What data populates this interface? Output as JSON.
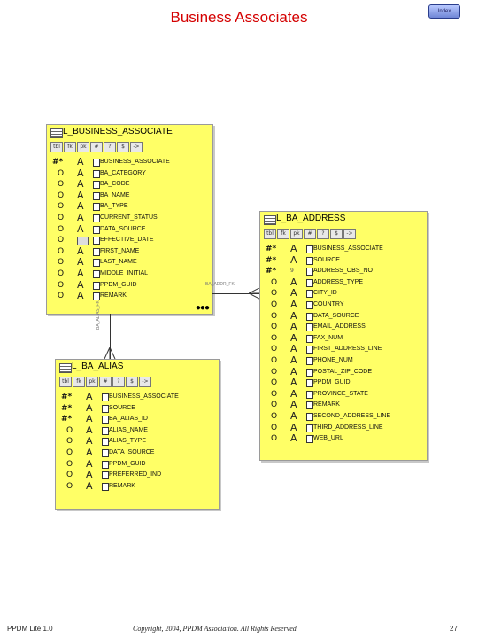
{
  "page": {
    "title": "Business Associates",
    "index_button": "Index"
  },
  "entities": {
    "business_associate": {
      "name": "L_BUSINESS_ASSOCIATE",
      "columns": [
        {
          "mark": "#*",
          "type": "A",
          "name": "BUSINESS_ASSOCIATE"
        },
        {
          "mark": "O",
          "type": "A",
          "name": "BA_CATEGORY"
        },
        {
          "mark": "O",
          "type": "A",
          "name": "BA_CODE"
        },
        {
          "mark": "O",
          "type": "A",
          "name": "BA_NAME"
        },
        {
          "mark": "O",
          "type": "A",
          "name": "BA_TYPE"
        },
        {
          "mark": "O",
          "type": "A",
          "name": "CURRENT_STATUS"
        },
        {
          "mark": "O",
          "type": "A",
          "name": "DATA_SOURCE"
        },
        {
          "mark": "O",
          "type": "date",
          "name": "EFFECTIVE_DATE"
        },
        {
          "mark": "O",
          "type": "A",
          "name": "FIRST_NAME"
        },
        {
          "mark": "O",
          "type": "A",
          "name": "LAST_NAME"
        },
        {
          "mark": "O",
          "type": "A",
          "name": "MIDDLE_INITIAL"
        },
        {
          "mark": "O",
          "type": "A",
          "name": "PPDM_GUID"
        },
        {
          "mark": "O",
          "type": "A",
          "name": "REMARK"
        }
      ]
    },
    "ba_address": {
      "name": "L_BA_ADDRESS",
      "columns": [
        {
          "mark": "#*",
          "type": "A",
          "name": "BUSINESS_ASSOCIATE"
        },
        {
          "mark": "#*",
          "type": "A",
          "name": "SOURCE"
        },
        {
          "mark": "#*",
          "type": "9",
          "name": "ADDRESS_OBS_NO"
        },
        {
          "mark": "O",
          "type": "A",
          "name": "ADDRESS_TYPE"
        },
        {
          "mark": "O",
          "type": "A",
          "name": "CITY_ID"
        },
        {
          "mark": "O",
          "type": "A",
          "name": "COUNTRY"
        },
        {
          "mark": "O",
          "type": "A",
          "name": "DATA_SOURCE"
        },
        {
          "mark": "O",
          "type": "A",
          "name": "EMAIL_ADDRESS"
        },
        {
          "mark": "O",
          "type": "A",
          "name": "FAX_NUM"
        },
        {
          "mark": "O",
          "type": "A",
          "name": "FIRST_ADDRESS_LINE"
        },
        {
          "mark": "O",
          "type": "A",
          "name": "PHONE_NUM"
        },
        {
          "mark": "O",
          "type": "A",
          "name": "POSTAL_ZIP_CODE"
        },
        {
          "mark": "O",
          "type": "A",
          "name": "PPDM_GUID"
        },
        {
          "mark": "O",
          "type": "A",
          "name": "PROVINCE_STATE"
        },
        {
          "mark": "O",
          "type": "A",
          "name": "REMARK"
        },
        {
          "mark": "O",
          "type": "A",
          "name": "SECOND_ADDRESS_LINE"
        },
        {
          "mark": "O",
          "type": "A",
          "name": "THIRD_ADDRESS_LINE"
        },
        {
          "mark": "O",
          "type": "A",
          "name": "WEB_URL"
        }
      ]
    },
    "ba_alias": {
      "name": "L_BA_ALIAS",
      "columns": [
        {
          "mark": "#*",
          "type": "A",
          "name": "BUSINESS_ASSOCIATE"
        },
        {
          "mark": "#*",
          "type": "A",
          "name": "SOURCE"
        },
        {
          "mark": "#*",
          "type": "A",
          "name": "BA_ALIAS_ID"
        },
        {
          "mark": "O",
          "type": "A",
          "name": "ALIAS_NAME"
        },
        {
          "mark": "O",
          "type": "A",
          "name": "ALIAS_TYPE"
        },
        {
          "mark": "O",
          "type": "A",
          "name": "DATA_SOURCE"
        },
        {
          "mark": "O",
          "type": "A",
          "name": "PPDM_GUID"
        },
        {
          "mark": "O",
          "type": "A",
          "name": "PREFERRED_IND"
        },
        {
          "mark": "O",
          "type": "A",
          "name": "REMARK"
        }
      ]
    }
  },
  "toolbar_buttons": [
    "tbl",
    "fk",
    "pk",
    "#",
    "?",
    "$",
    "->"
  ],
  "relationships": {
    "address_label": "BA_ADDR_FK",
    "alias_label": "BA_ALIAS_FK"
  },
  "footer": {
    "left": "PPDM Lite 1.0",
    "center": "Copyright, 2004, PPDM Association. All Rights Reserved",
    "right": "27"
  }
}
